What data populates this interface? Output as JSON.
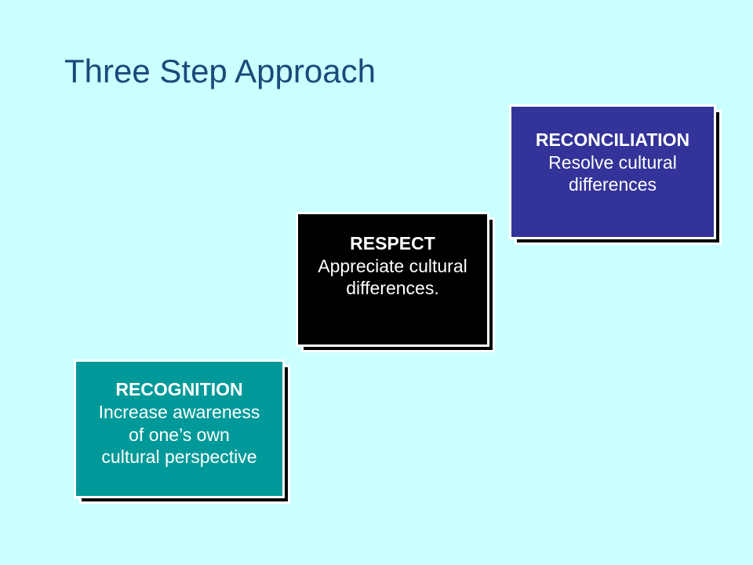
{
  "title": "Three Step Approach",
  "steps": [
    {
      "heading": "RECOGNITION",
      "description": "Increase awareness\nof one’s own\ncultural perspective",
      "color": "#009999"
    },
    {
      "heading": "RESPECT",
      "description": "Appreciate cultural\ndifferences.",
      "color": "#000000"
    },
    {
      "heading": "RECONCILIATION",
      "description": "Resolve cultural\ndifferences",
      "color": "#333399"
    }
  ]
}
